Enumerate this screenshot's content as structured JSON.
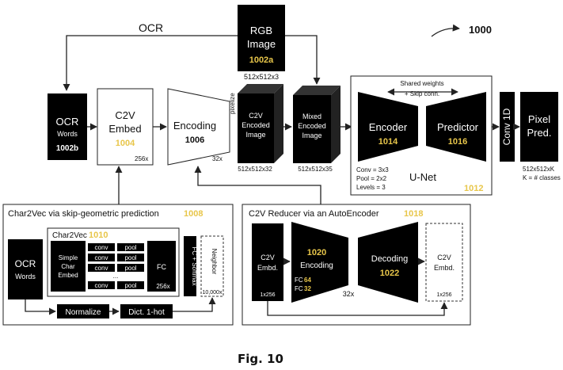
{
  "figure_ref": "1000",
  "caption": "Fig. 10",
  "ocr_label": "OCR",
  "rgb": {
    "title_line1": "RGB",
    "title_line2": "Image",
    "ref": "1002a",
    "size": "512x512x3"
  },
  "ocr_words": {
    "title": "OCR",
    "sub": "Words",
    "ref": "1002b"
  },
  "c2v_embed": {
    "line1": "C2V",
    "line2": "Embed",
    "ref": "1004",
    "dim": "256x"
  },
  "encoding": {
    "title": "Encoding",
    "ref": "1006",
    "dim": "32x"
  },
  "pixelize": "pixelize",
  "c2v_encoded": {
    "line1": "C2V",
    "line2": "Encoded",
    "line3": "Image",
    "size": "512x512x32"
  },
  "mixed_encoded": {
    "line1": "Mixed",
    "line2": "Encoded",
    "line3": "Image",
    "size": "512x512x35"
  },
  "unet": {
    "shared1": "Shared weights",
    "shared2": "+ Skip conn.",
    "encoder": "Encoder",
    "encoder_ref": "1014",
    "predictor": "Predictor",
    "predictor_ref": "1016",
    "conv": "Conv = 3x3",
    "pool": "Pool = 2x2",
    "levels": "Levels = 3",
    "title": "U-Net",
    "ref": "1012"
  },
  "conv1d": "Conv 1D",
  "pixel_pred": {
    "line1": "Pixel",
    "line2": "Pred.",
    "size": "512x512xK",
    "classes": "K = # classes"
  },
  "char2vec_panel": {
    "title": "Char2Vec via skip-geometric prediction",
    "ref": "1008",
    "ocr": "OCR",
    "words": "Words",
    "inner_title": "Char2Vec",
    "inner_ref": "1010",
    "simple1": "Simple",
    "simple2": "Char",
    "simple3": "Embed",
    "conv": "conv",
    "pool": "pool",
    "dots": "...",
    "fc": "FC",
    "fc_dim": "256x",
    "fc_softmax": "FC + Softmax",
    "neighbor": "Neighbor",
    "vocab": "10,000x",
    "normalize": "Normalize",
    "dict": "Dict. 1-hot"
  },
  "reducer_panel": {
    "title": "C2V Reducer via an AutoEncoder",
    "ref": "1018",
    "c2v1": "C2V",
    "c2v2": "Embd.",
    "in_dim": "1x256",
    "enc_ref": "1020",
    "enc_title": "Encoding",
    "fc_prefix": "FC",
    "fc1": "64",
    "fc2": "32",
    "dec_title": "Decoding",
    "dec_ref": "1022",
    "out_dim": "1x256",
    "mid_dim": "32x"
  }
}
